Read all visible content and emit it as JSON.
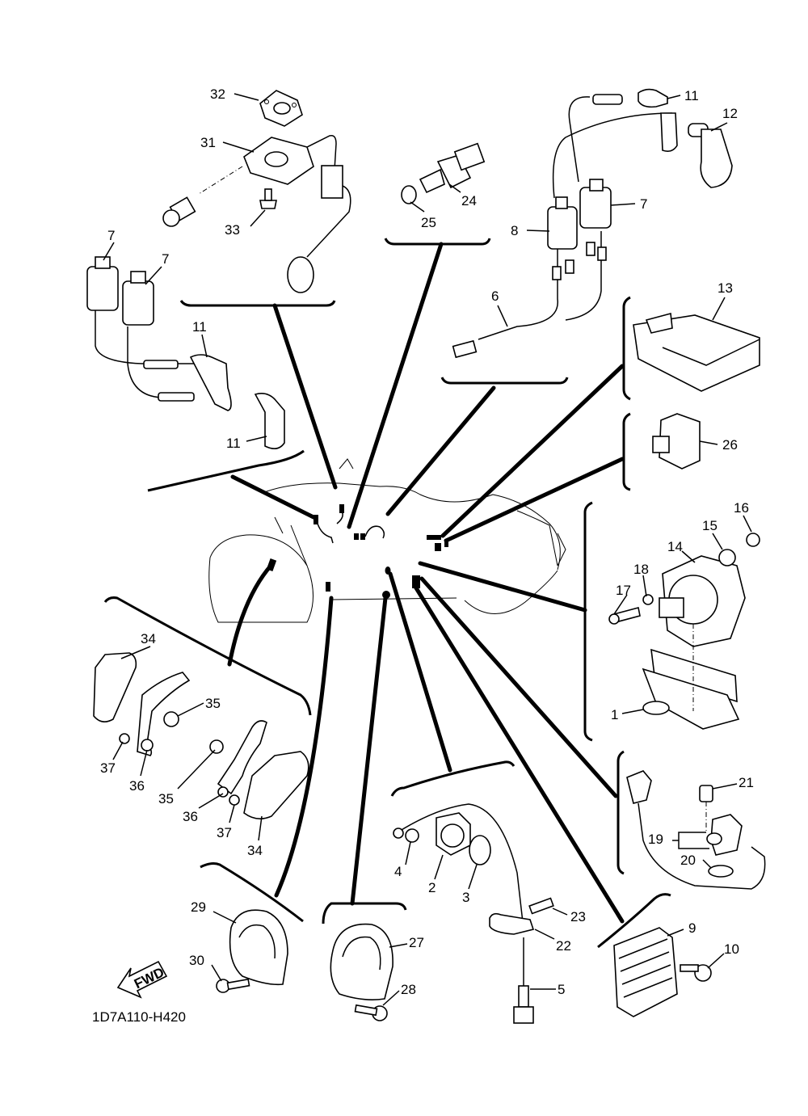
{
  "diagram_code": "1D7A110-H420",
  "fwd_label": "FWD",
  "callouts": [
    "32",
    "31",
    "33",
    "24",
    "25",
    "11",
    "12",
    "7",
    "8",
    "6",
    "7",
    "7",
    "11",
    "11",
    "13",
    "26",
    "16",
    "15",
    "14",
    "18",
    "17",
    "1",
    "34",
    "35",
    "37",
    "36",
    "35",
    "36",
    "37",
    "34",
    "21",
    "19",
    "20",
    "4",
    "2",
    "3",
    "23",
    "22",
    "5",
    "29",
    "30",
    "27",
    "28",
    "9",
    "10"
  ]
}
